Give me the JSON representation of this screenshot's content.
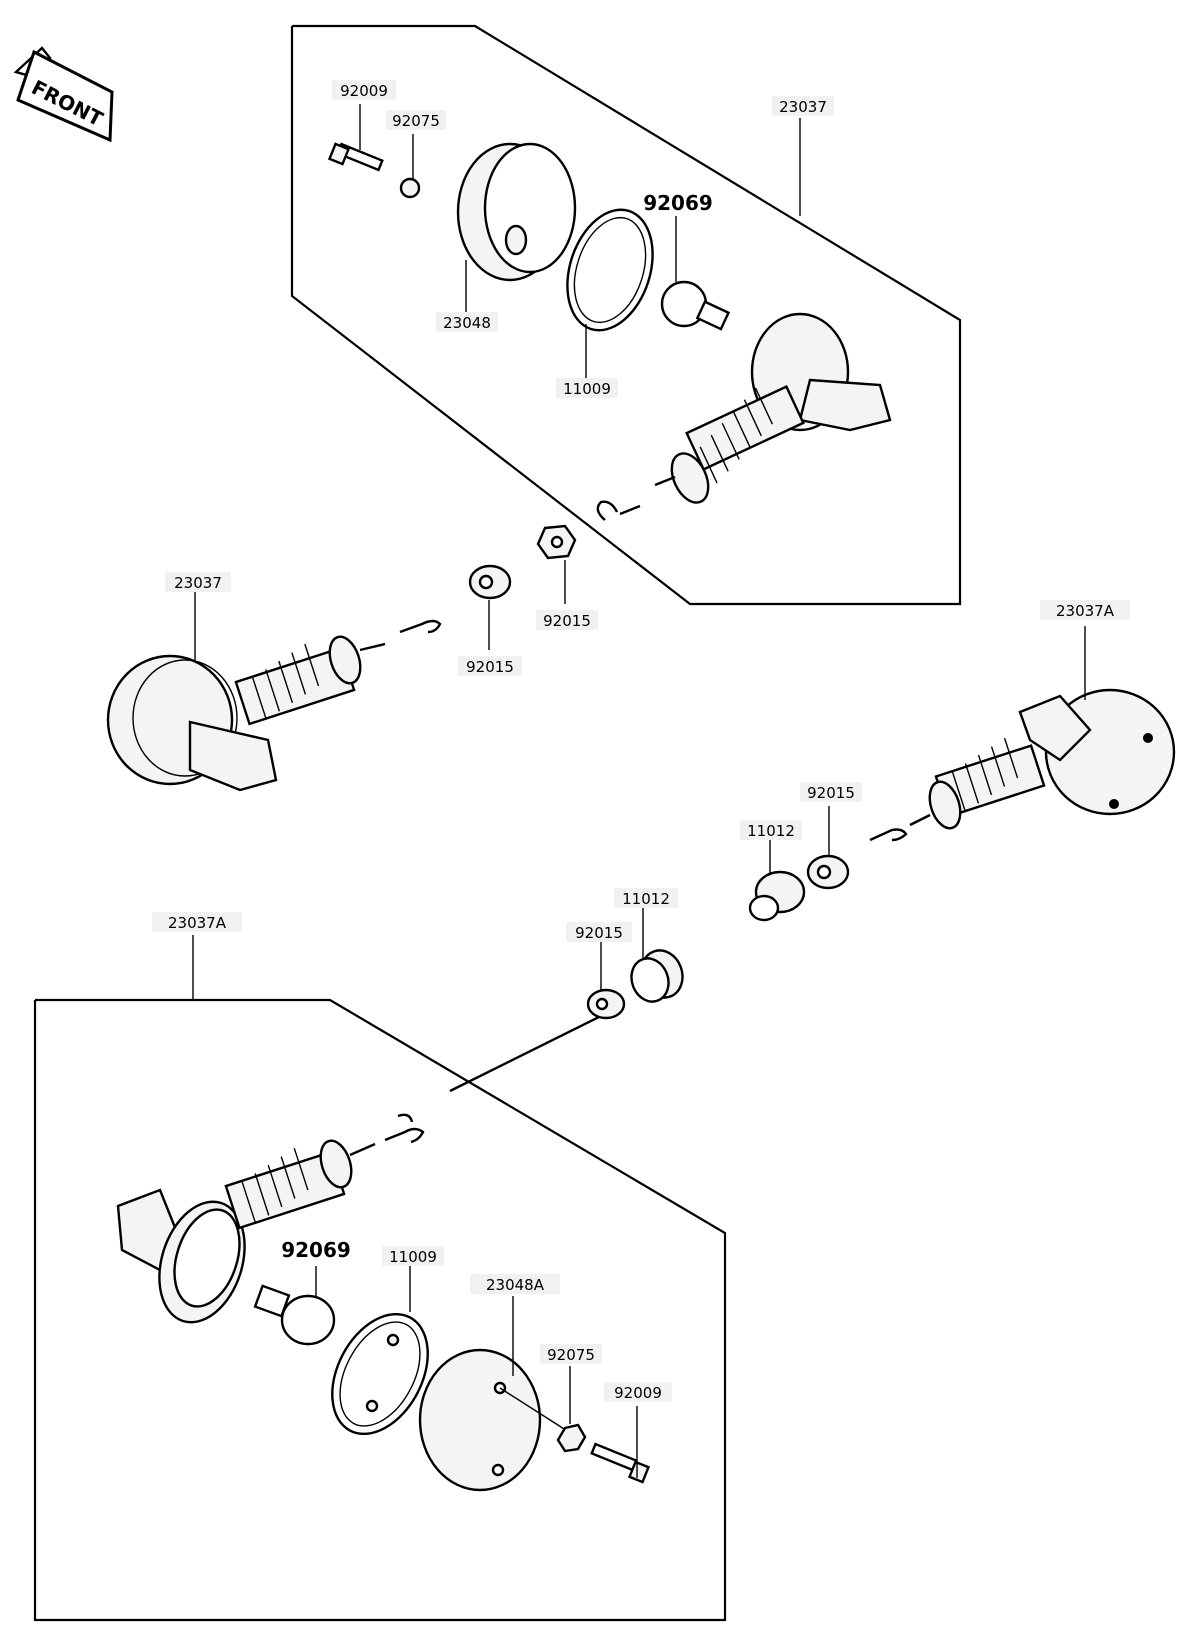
{
  "front_marker": "FRONT",
  "labels": {
    "top_bolt": "92009",
    "top_nut": "92075",
    "top_turn_signal": "23037",
    "top_bulb": "92069",
    "top_lens": "23048",
    "top_gasket": "11009",
    "upper_nut_right": "92015",
    "left_turn_signal": "23037",
    "left_nut": "92015",
    "right_turn_signal": "23037A",
    "right_nut": "92015",
    "right_spacer": "11012",
    "center_spacer": "11012",
    "center_nut": "92015",
    "bottom_turn_signal": "23037A",
    "bottom_bulb": "92069",
    "bottom_gasket": "11009",
    "bottom_lens": "23048A",
    "bottom_nut": "92075",
    "bottom_bolt": "92009"
  }
}
